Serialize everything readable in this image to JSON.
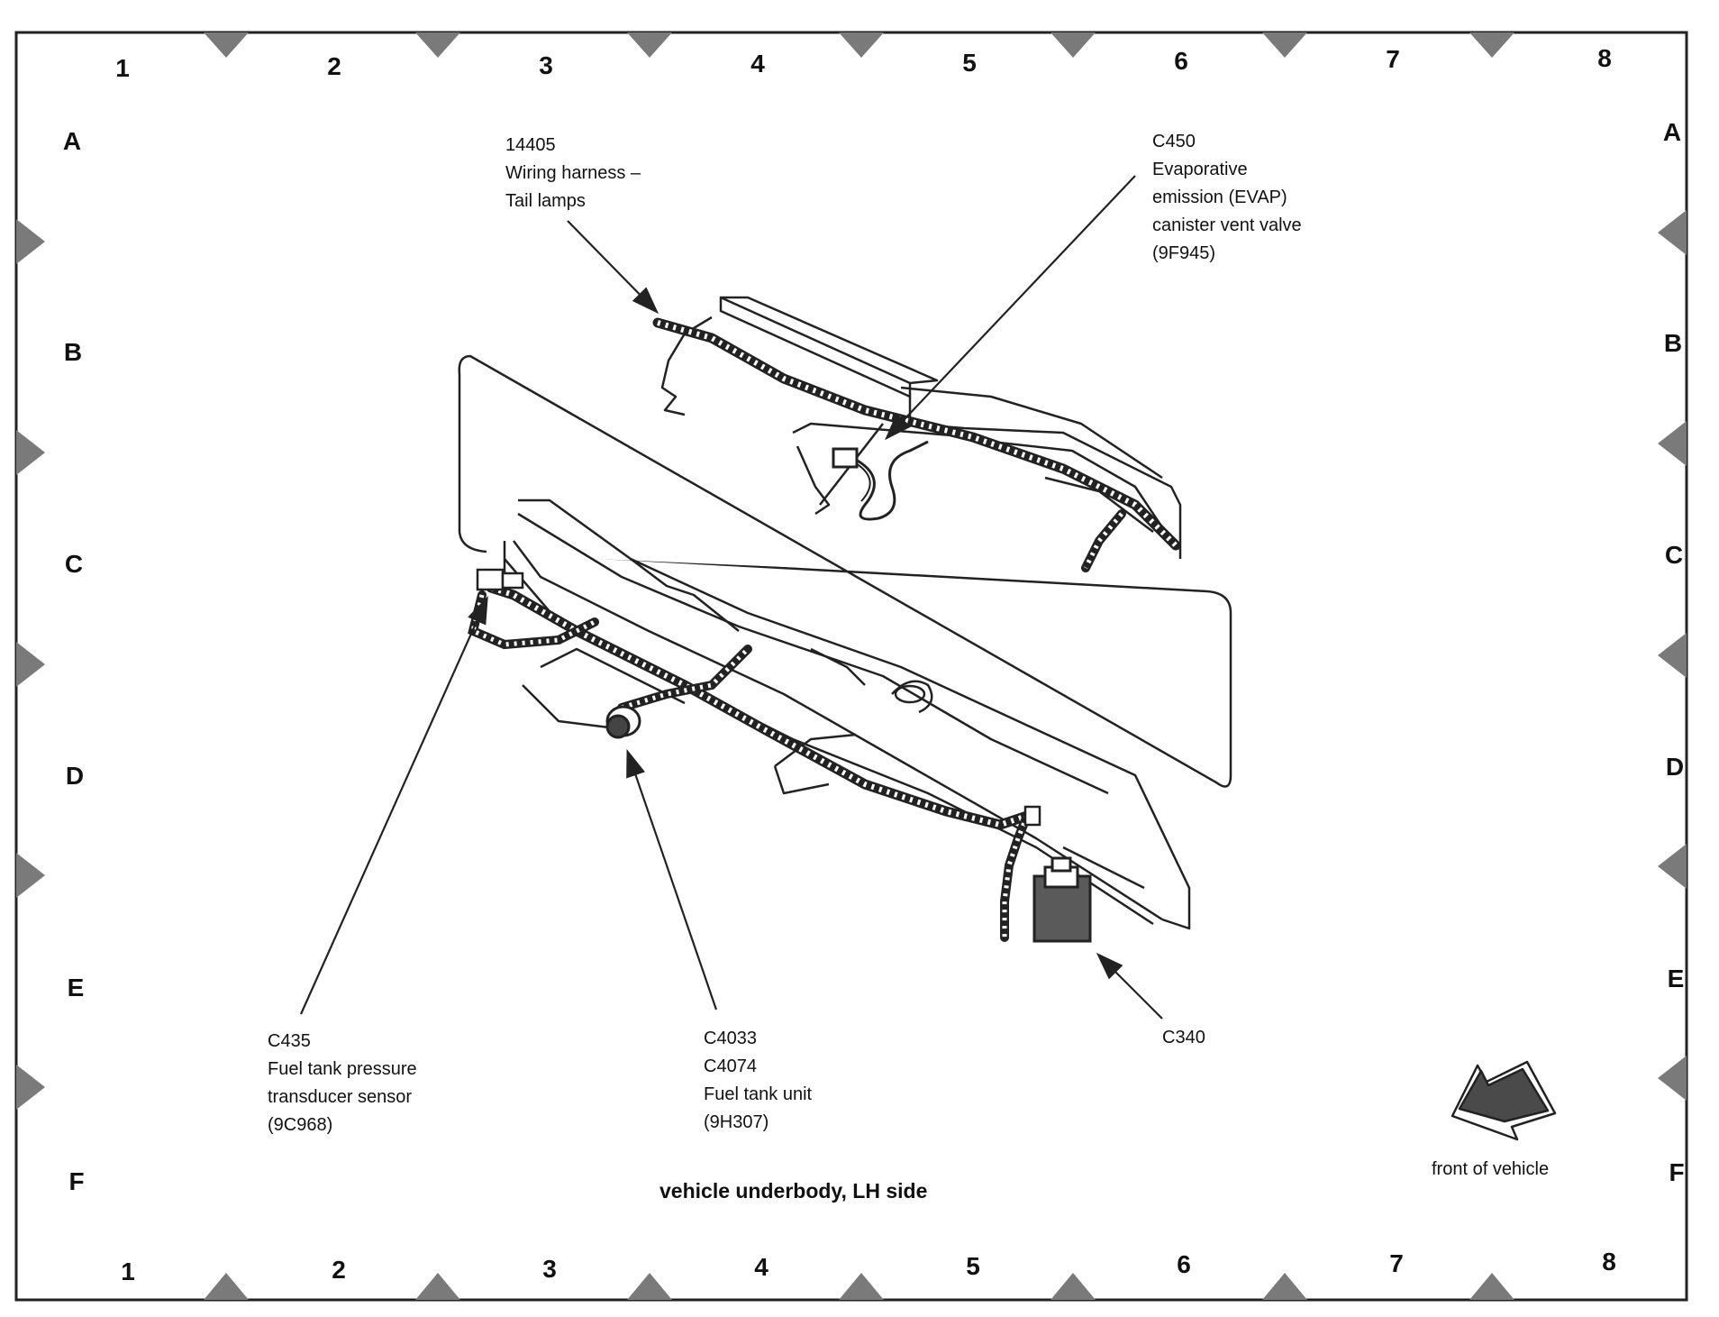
{
  "grid": {
    "columns": [
      "1",
      "2",
      "3",
      "4",
      "5",
      "6",
      "7",
      "8"
    ],
    "rows": [
      "A",
      "B",
      "C",
      "D",
      "E",
      "F"
    ]
  },
  "callouts": {
    "tail_lamps": [
      "14405",
      "Wiring harness –",
      "Tail lamps"
    ],
    "evap": [
      "C450",
      "Evaporative",
      "emission (EVAP)",
      "canister vent valve",
      "(9F945)"
    ],
    "pressure_sensor": [
      "C435",
      "Fuel tank pressure",
      "transducer sensor",
      "(9C968)"
    ],
    "fuel_tank_unit": [
      "C4033",
      "C4074",
      "Fuel tank unit",
      "(9H307)"
    ],
    "c340": [
      "C340"
    ]
  },
  "caption": "vehicle underbody, LH side",
  "front_label": "front of vehicle"
}
